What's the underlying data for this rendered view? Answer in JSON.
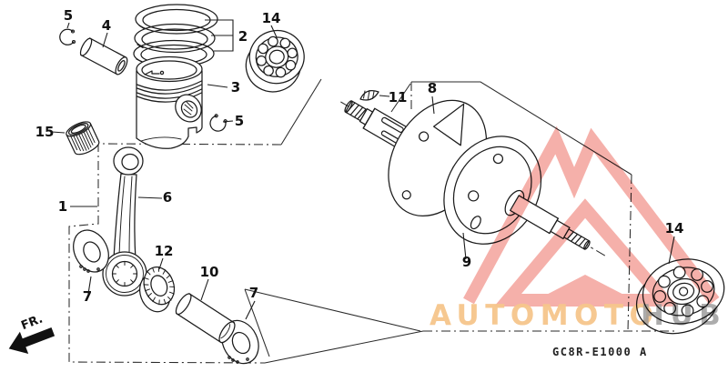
{
  "diagram": {
    "code": "GC8R-E1000 A",
    "direction_label": "FR.",
    "callouts": {
      "1": "1",
      "2": "2",
      "3": "3",
      "4": "4",
      "5": "5",
      "6": "6",
      "7": "7",
      "8": "8",
      "9": "9",
      "10": "10",
      "11": "11",
      "12": "12",
      "14": "14",
      "15": "15"
    }
  },
  "watermark": {
    "brand_part1": "AUTOMOTO",
    "brand_part2": "HUB",
    "logo_color": "#f19289",
    "text_color_primary": "#f6c68c",
    "text_color_secondary": "#989898"
  },
  "colors": {
    "background": "#ffffff",
    "line": "#1c1c1c"
  }
}
